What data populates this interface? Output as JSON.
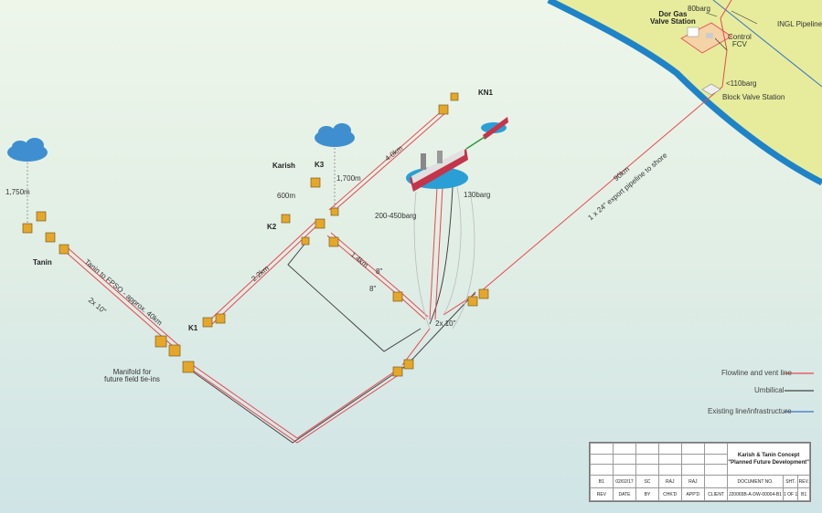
{
  "labels": {
    "dor_gas": "Dor Gas\nValve Station",
    "barg80": "80barg",
    "ingl": "INGL Pipeline",
    "control_fcv": "Control\nFCV",
    "barg110": "<110barg",
    "block_valve": "Block Valve Station",
    "kn1": "KN1",
    "k3": "K3",
    "karish": "Karish",
    "k2": "K2",
    "k1": "K1",
    "tanin": "Tanin",
    "km4": "4.0km",
    "m1700": "1,700m",
    "m1750": "1,750m",
    "m600": "600m",
    "barg130": "130barg",
    "barg200_450": "200-450barg",
    "km90": "90km",
    "export": "1 x 24\" export pipeline to shore",
    "km14": "1.4km",
    "in8a": "8\"",
    "in8b": "8\"",
    "km22": "2.2km",
    "tanin_fpso": "Tanin to FPSO - approx. 40km",
    "x10a": "2x 10\"",
    "x10b": "2x 10\"",
    "manifold": "Manifold for\nfuture field tie-ins"
  },
  "legend": {
    "flowline": "Flowline and vent line",
    "umbilical": "Umbilical",
    "existing": "Existing line/infrastructure"
  },
  "colors": {
    "flowline": "#e8474f",
    "umbilical": "#444444",
    "existing": "#3a73c4",
    "land": "#e6ec9c",
    "coast": "#1f83c8"
  },
  "title_block": {
    "title": "Karish & Tanin Concept\n\"Planned Future Development\"",
    "rev": "B1",
    "date": "02/02/17",
    "by": "SC",
    "chkd": "RAJ",
    "appd": "RAJ",
    "doc_no": "J20065B-A-DW-00004-B1",
    "sht": "1 OF 1",
    "rev2": "B1",
    "h_rev": "REV",
    "h_date": "DATE",
    "h_by": "BY",
    "h_chkd": "CHK'D",
    "h_appd": "APP'D",
    "h_client": "CLIENT",
    "h_doc": "DOCUMENT NO.",
    "h_sht": "SHT.",
    "h_rev2": "REV."
  }
}
